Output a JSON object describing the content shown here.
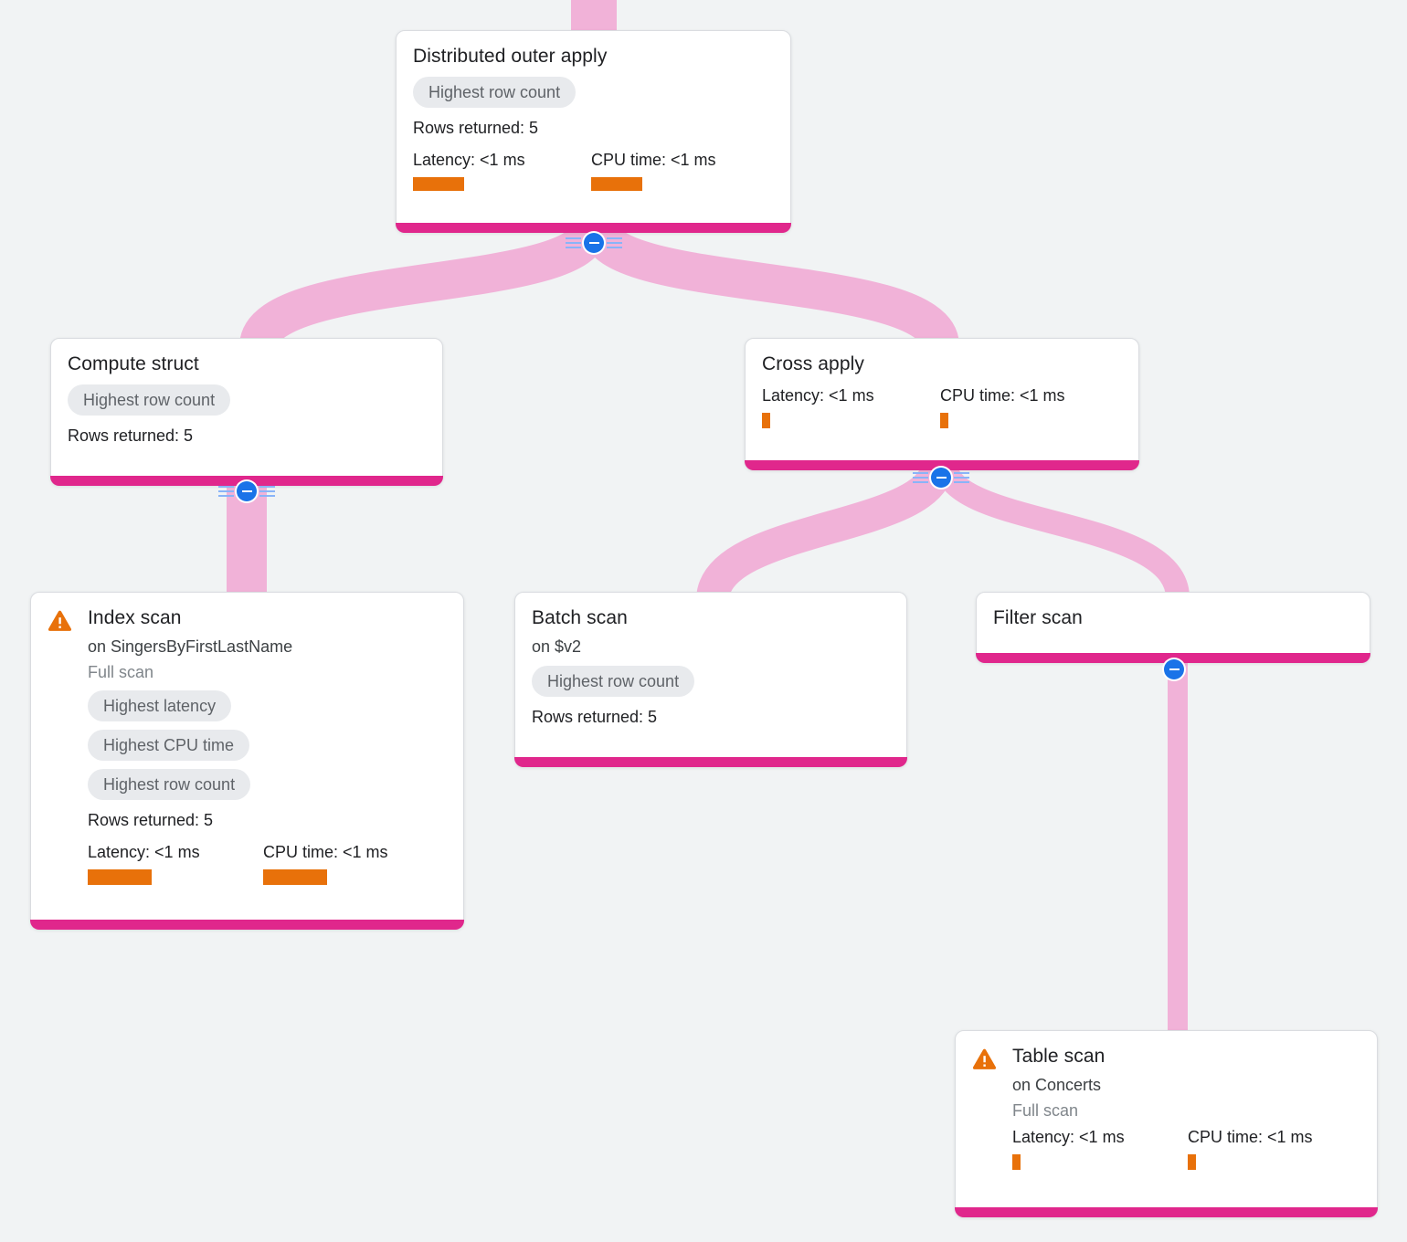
{
  "colors": {
    "background": "#f1f3f4",
    "edge_pink": "#f1b2d8",
    "node_bottom_bar": "#e0278c",
    "badge_bg": "#e8eaed",
    "badge_text": "#5f6368",
    "metric_bar_orange": "#e8710a",
    "collapse_blue": "#1a73e8",
    "warning_orange": "#e8710a"
  },
  "icons": {
    "warning": "warning-triangle-icon",
    "collapse": "collapse-minus-icon"
  },
  "nodes": {
    "distributed_outer_apply": {
      "title": "Distributed outer apply",
      "badge": "Highest row count",
      "rows_returned": "Rows returned: 5",
      "latency": "Latency: <1 ms",
      "cpu": "CPU time: <1 ms"
    },
    "compute_struct": {
      "title": "Compute struct",
      "badge": "Highest row count",
      "rows_returned": "Rows returned: 5"
    },
    "cross_apply": {
      "title": "Cross apply",
      "latency": "Latency: <1 ms",
      "cpu": "CPU time: <1 ms"
    },
    "index_scan": {
      "title": "Index scan",
      "subtitle": "on SingersByFirstLastName",
      "scan_type": "Full scan",
      "badges": [
        "Highest latency",
        "Highest CPU time",
        "Highest row count"
      ],
      "rows_returned": "Rows returned: 5",
      "latency": "Latency: <1 ms",
      "cpu": "CPU time: <1 ms"
    },
    "batch_scan": {
      "title": "Batch scan",
      "subtitle": "on $v2",
      "badge": "Highest row count",
      "rows_returned": "Rows returned: 5"
    },
    "filter_scan": {
      "title": "Filter scan"
    },
    "table_scan": {
      "title": "Table scan",
      "subtitle": "on Concerts",
      "scan_type": "Full scan",
      "latency": "Latency: <1 ms",
      "cpu": "CPU time: <1 ms"
    }
  }
}
